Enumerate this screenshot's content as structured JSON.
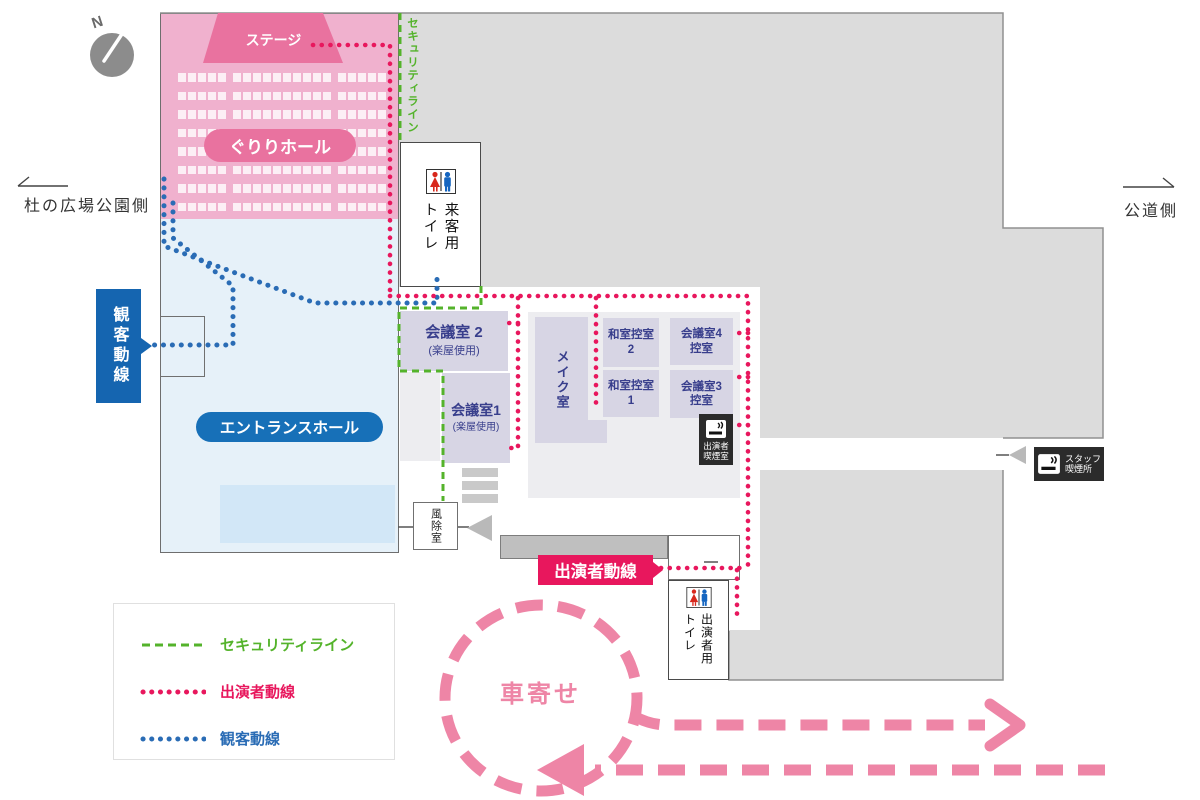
{
  "compass": {
    "label": "N"
  },
  "site_labels": {
    "left": "杜の広場公園側",
    "right": "公道側"
  },
  "hall": {
    "stage": "ステージ",
    "name": "ぐりりホール",
    "entrance": "エントランスホール"
  },
  "security_line_label": "セキュリティライン",
  "rooms": {
    "meeting2": {
      "title": "会議室 2",
      "note": "(楽屋使用)"
    },
    "meeting1": {
      "title": "会議室1",
      "note": "(楽屋使用)"
    },
    "makeup": "メイク室",
    "washitsu2": {
      "lines": [
        "和室控室",
        "2"
      ]
    },
    "washitsu1": {
      "lines": [
        "和室控室",
        "1"
      ]
    },
    "meeting4": {
      "lines": [
        "会議室4",
        "控室"
      ]
    },
    "meeting3": {
      "lines": [
        "会議室3",
        "控室"
      ]
    },
    "windbreak": "風除室",
    "visitor_toilet": {
      "lines": [
        "来客用",
        "トイレ"
      ]
    },
    "performer_toilet": {
      "lines": [
        "出演者用",
        "トイレ"
      ]
    },
    "performer_smoking": {
      "lines": [
        "出演者",
        "喫煙室"
      ]
    },
    "staff_smoking": {
      "lines": [
        "スタッフ",
        "喫煙所"
      ]
    }
  },
  "flows": {
    "audience": "観客動線",
    "performer": "出演者動線"
  },
  "carport": "車寄せ",
  "legend": {
    "items": [
      {
        "label": "セキュリティライン",
        "color": "#54b32b",
        "style": "dashed"
      },
      {
        "label": "出演者動線",
        "color": "#e8175d",
        "style": "dotted"
      },
      {
        "label": "観客動線",
        "color": "#2a6cb5",
        "style": "dotted"
      }
    ]
  },
  "colors": {
    "security": "#54b32b",
    "performer": "#e8175d",
    "audience": "#2a6cb5",
    "car_route": "#ee85a6",
    "hall_pink": "#f0b1ce",
    "stage_pink": "#e9729f",
    "entrance_blue": "#e6f1f9",
    "building_gray": "#dcdcdc",
    "room_lavender": "#d7d5e4",
    "flow_label_blue": "#1565b0",
    "entrance_pill_blue": "#1770b8"
  },
  "seating": {
    "rows": 8,
    "groups": [
      5,
      10,
      5
    ],
    "group_offsets": [
      2,
      57,
      162
    ]
  }
}
